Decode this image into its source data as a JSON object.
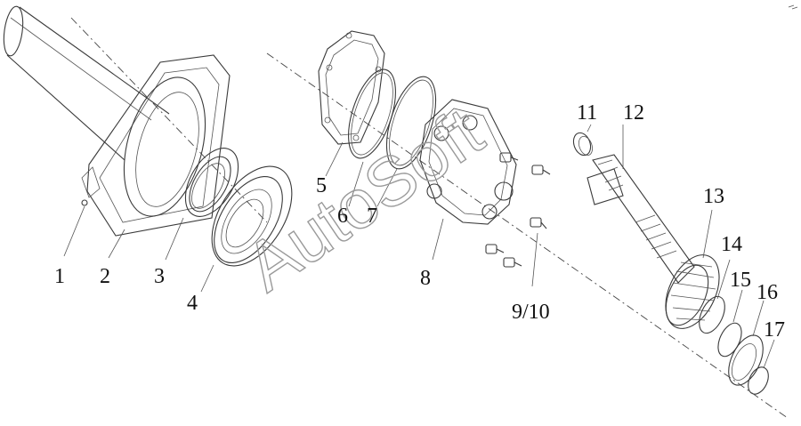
{
  "diagram": {
    "callouts": [
      "1",
      "2",
      "3",
      "4",
      "5",
      "6",
      "7",
      "8",
      "9/10",
      "11",
      "12",
      "13",
      "14",
      "15",
      "16",
      "17"
    ],
    "watermark": "AutoSoft"
  }
}
